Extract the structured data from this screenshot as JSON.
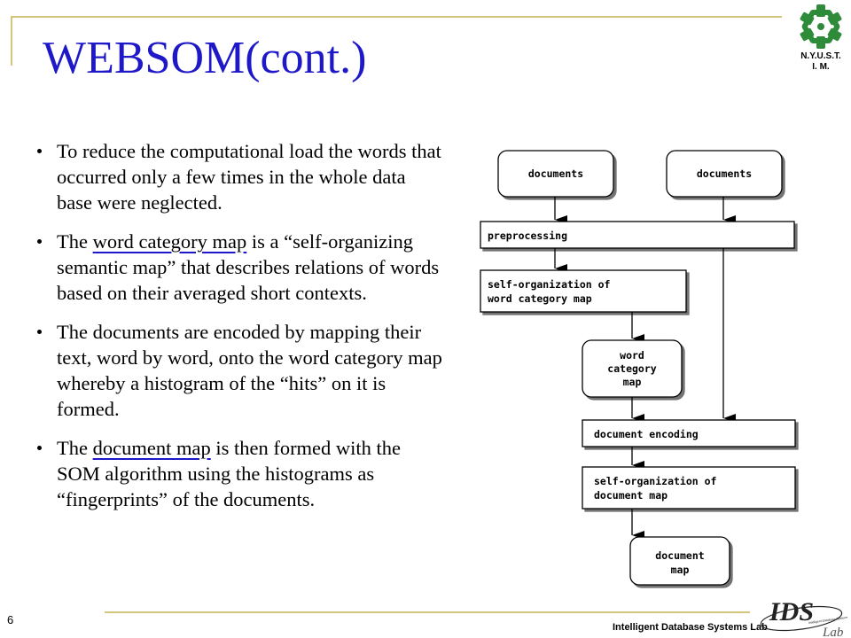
{
  "slide": {
    "title": "WEBSOM(cont.)",
    "page_number": "6",
    "footer_label": "Intelligent Database Systems Lab",
    "accent_color": "#1e18c8",
    "frame_color": "#d4c47c"
  },
  "logo": {
    "line1": "N.Y.U.S.T.",
    "line2": "I. M.",
    "color": "#2e8b3a"
  },
  "lab_logo": {
    "letters": "IDS",
    "subtext": "Lab",
    "tagline": "Intelligent Database Systems"
  },
  "bullets": [
    {
      "text": "To reduce the computational load the words that occurred only a few times in the whole data base were neglected."
    },
    {
      "before": "The ",
      "emph": "word category map",
      "after": " is a “self-organizing semantic map” that describes relations of words based on their averaged short contexts."
    },
    {
      "text": "The documents are encoded by mapping their text, word by word, onto the word category map whereby a histogram of the “hits” on it is formed."
    },
    {
      "before": "The ",
      "emph": "document map",
      "after": " is then formed with the SOM algorithm using the histograms as “fingerprints” of the documents."
    }
  ],
  "diagram": {
    "nodes": [
      {
        "id": "documents-left",
        "lines": [
          "documents"
        ]
      },
      {
        "id": "documents-right",
        "lines": [
          "documents"
        ]
      },
      {
        "id": "preprocessing",
        "lines": [
          "preprocessing"
        ]
      },
      {
        "id": "self-org-word",
        "lines": [
          "self-organization of",
          "word category map"
        ]
      },
      {
        "id": "word-category-map",
        "lines": [
          "word",
          "category",
          "map"
        ]
      },
      {
        "id": "document-encoding",
        "lines": [
          "document encoding"
        ]
      },
      {
        "id": "self-org-doc",
        "lines": [
          "self-organization of",
          "document map"
        ]
      },
      {
        "id": "document-map",
        "lines": [
          "document",
          "map"
        ]
      }
    ]
  }
}
